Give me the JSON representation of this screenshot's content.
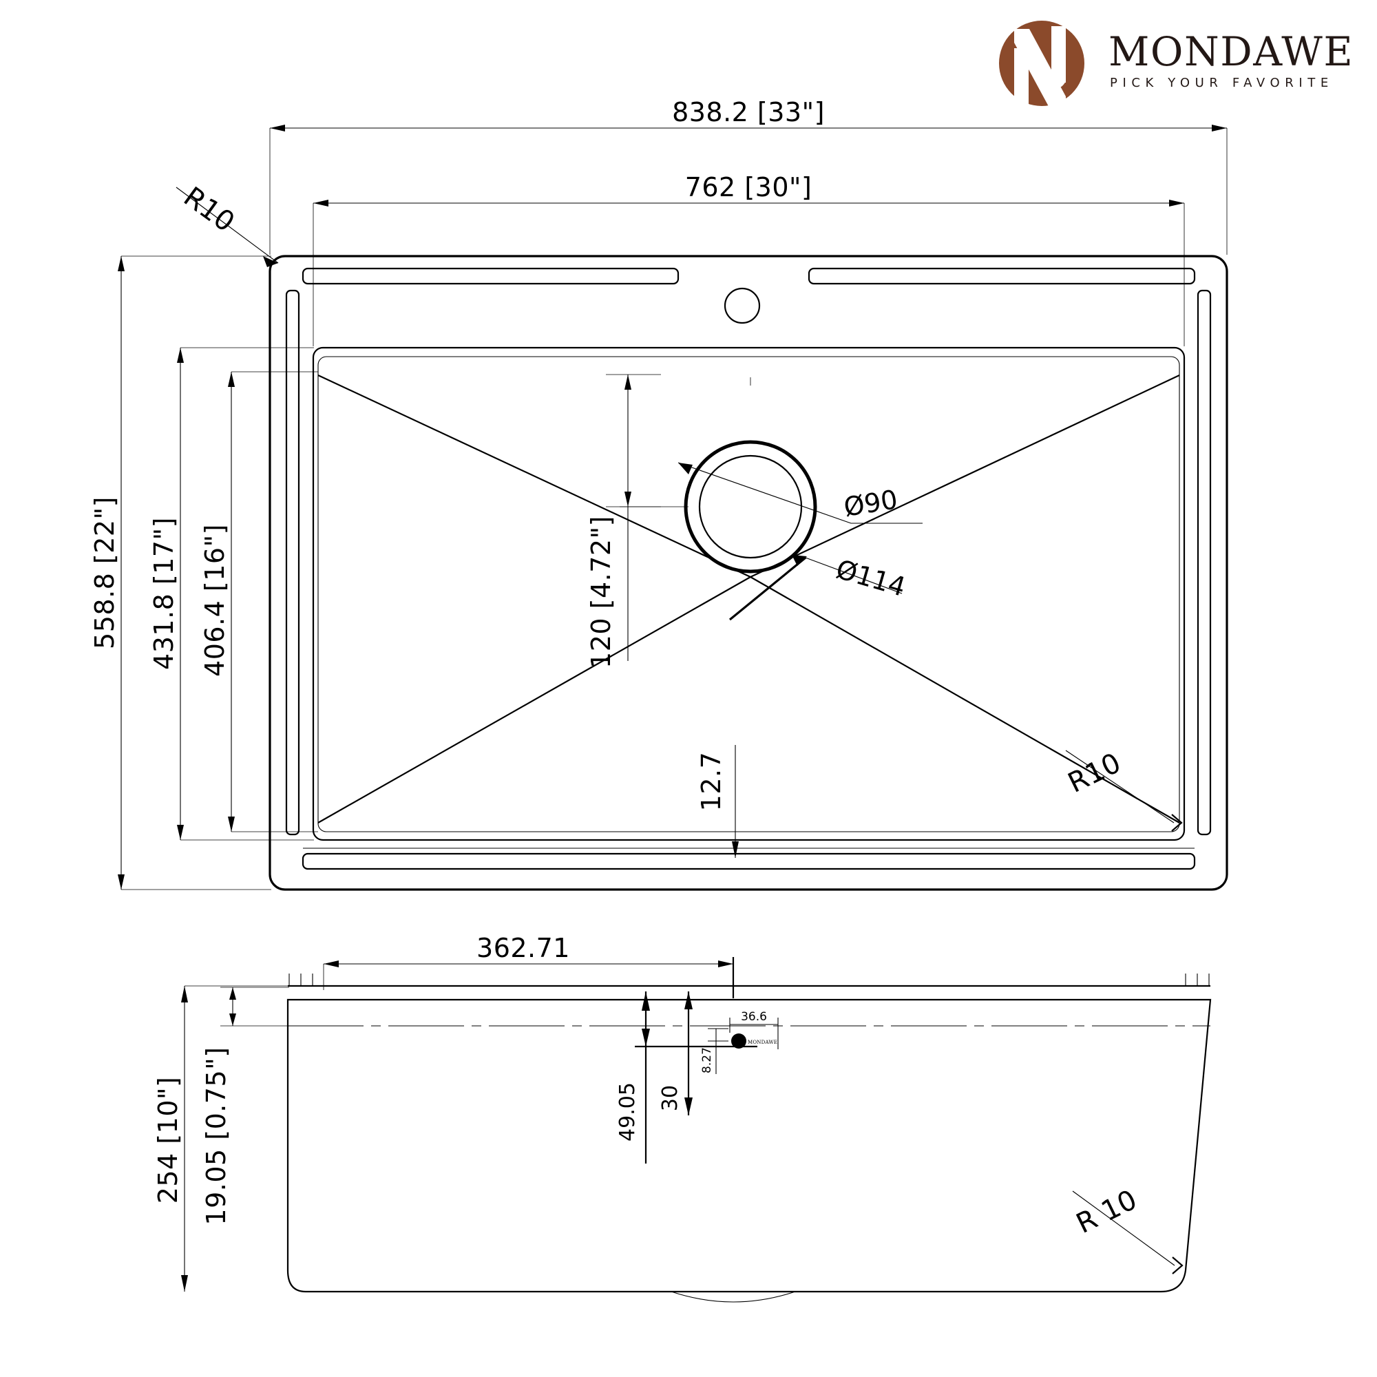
{
  "document": {
    "type": "engineering-drawing",
    "subject": "kitchen-sink-workstation",
    "views": [
      "top-view",
      "front-section-view"
    ]
  },
  "brand": {
    "name": "MONDAWE",
    "tagline": "PICK YOUR FAVORITE",
    "logo_color": "#8B4A2B",
    "text_color": "#231815",
    "mark_name": "mondawe-monogram"
  },
  "colors": {
    "line": "#000000",
    "background": "#ffffff",
    "brand": "#8B4A2B"
  },
  "top_view": {
    "dimensions": {
      "overall_width": "838.2 [33\"]",
      "bowl_width": "762 [30\"]",
      "overall_height": "558.8 [22\"]",
      "inner_height_1": "431.8 [17\"]",
      "inner_height_2": "406.4 [16\"]",
      "drain_offset_from_top": "120 [4.72\"]",
      "ledge_offset": "12.7",
      "corner_radius_top_left": "R10",
      "corner_radius_bottom_right": "R10",
      "drain_inner_diameter": "Ø90",
      "drain_outer_diameter": "Ø114"
    }
  },
  "section_view": {
    "dimensions": {
      "drain_center_from_left": "362.71",
      "overall_depth": "254 [10\"]",
      "rim_thickness": "19.05 [0.75\"]",
      "logo_vertical_offset": "49.05",
      "logo_inner_offset": "30",
      "logo_height": "8.27",
      "logo_width": "36.6",
      "corner_radius": "R 10"
    },
    "badge_label": "MONDAWE"
  }
}
